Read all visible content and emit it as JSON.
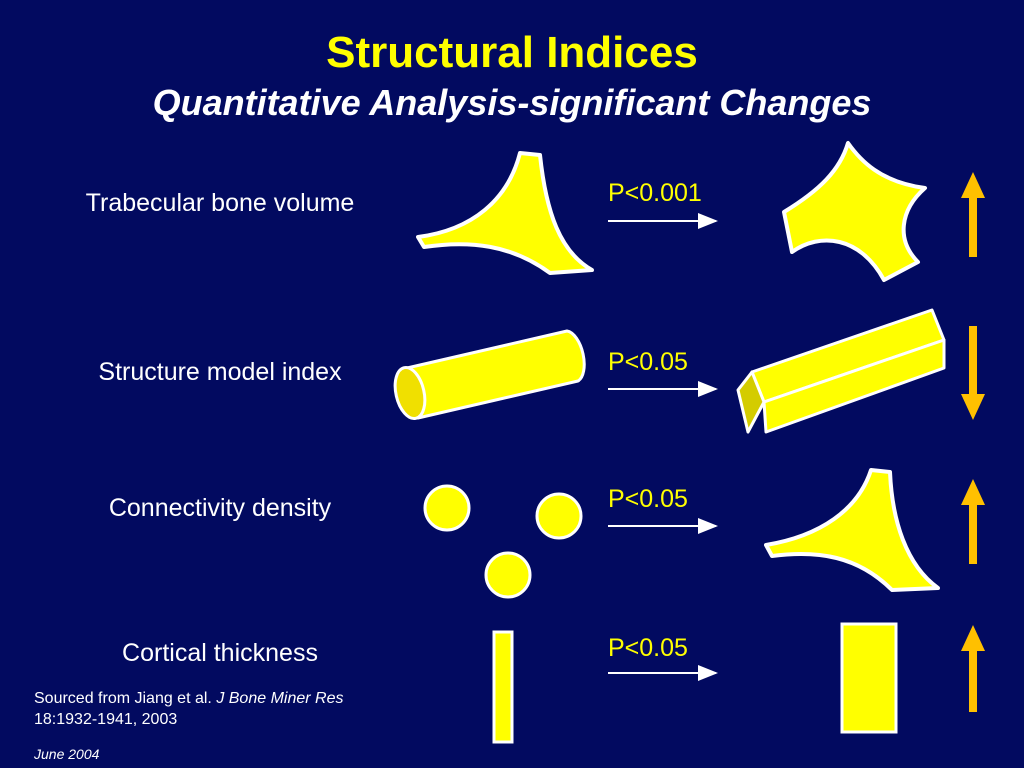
{
  "slide": {
    "title": "Structural Indices",
    "subtitle": "Quantitative Analysis-significant Changes"
  },
  "rows": [
    {
      "label": "Trabecular bone volume",
      "p_value": "P<0.001",
      "direction": "up",
      "before_icon": "thin-trabecular-node",
      "after_icon": "thick-trabecular-node"
    },
    {
      "label": "Structure model index",
      "p_value": "P<0.05",
      "direction": "down",
      "before_icon": "rod-cylinder",
      "after_icon": "plate-prism"
    },
    {
      "label": "Connectivity density",
      "p_value": "P<0.05",
      "direction": "up",
      "before_icon": "disconnected-circles",
      "after_icon": "connected-trabecular-node"
    },
    {
      "label": "Cortical thickness",
      "p_value": "P<0.05",
      "direction": "up",
      "before_icon": "thin-cortex-bar",
      "after_icon": "thick-cortex-bar"
    }
  ],
  "source": {
    "prefix": "Sourced from Jiang et al. ",
    "journal": "J Bone Miner Res",
    "citation": "18:1932-1941, 2003"
  },
  "date": "June 2004",
  "colors": {
    "background": "#020a60",
    "accent": "#ffff00",
    "arrow": "#ffc000",
    "text": "#ffffff"
  }
}
